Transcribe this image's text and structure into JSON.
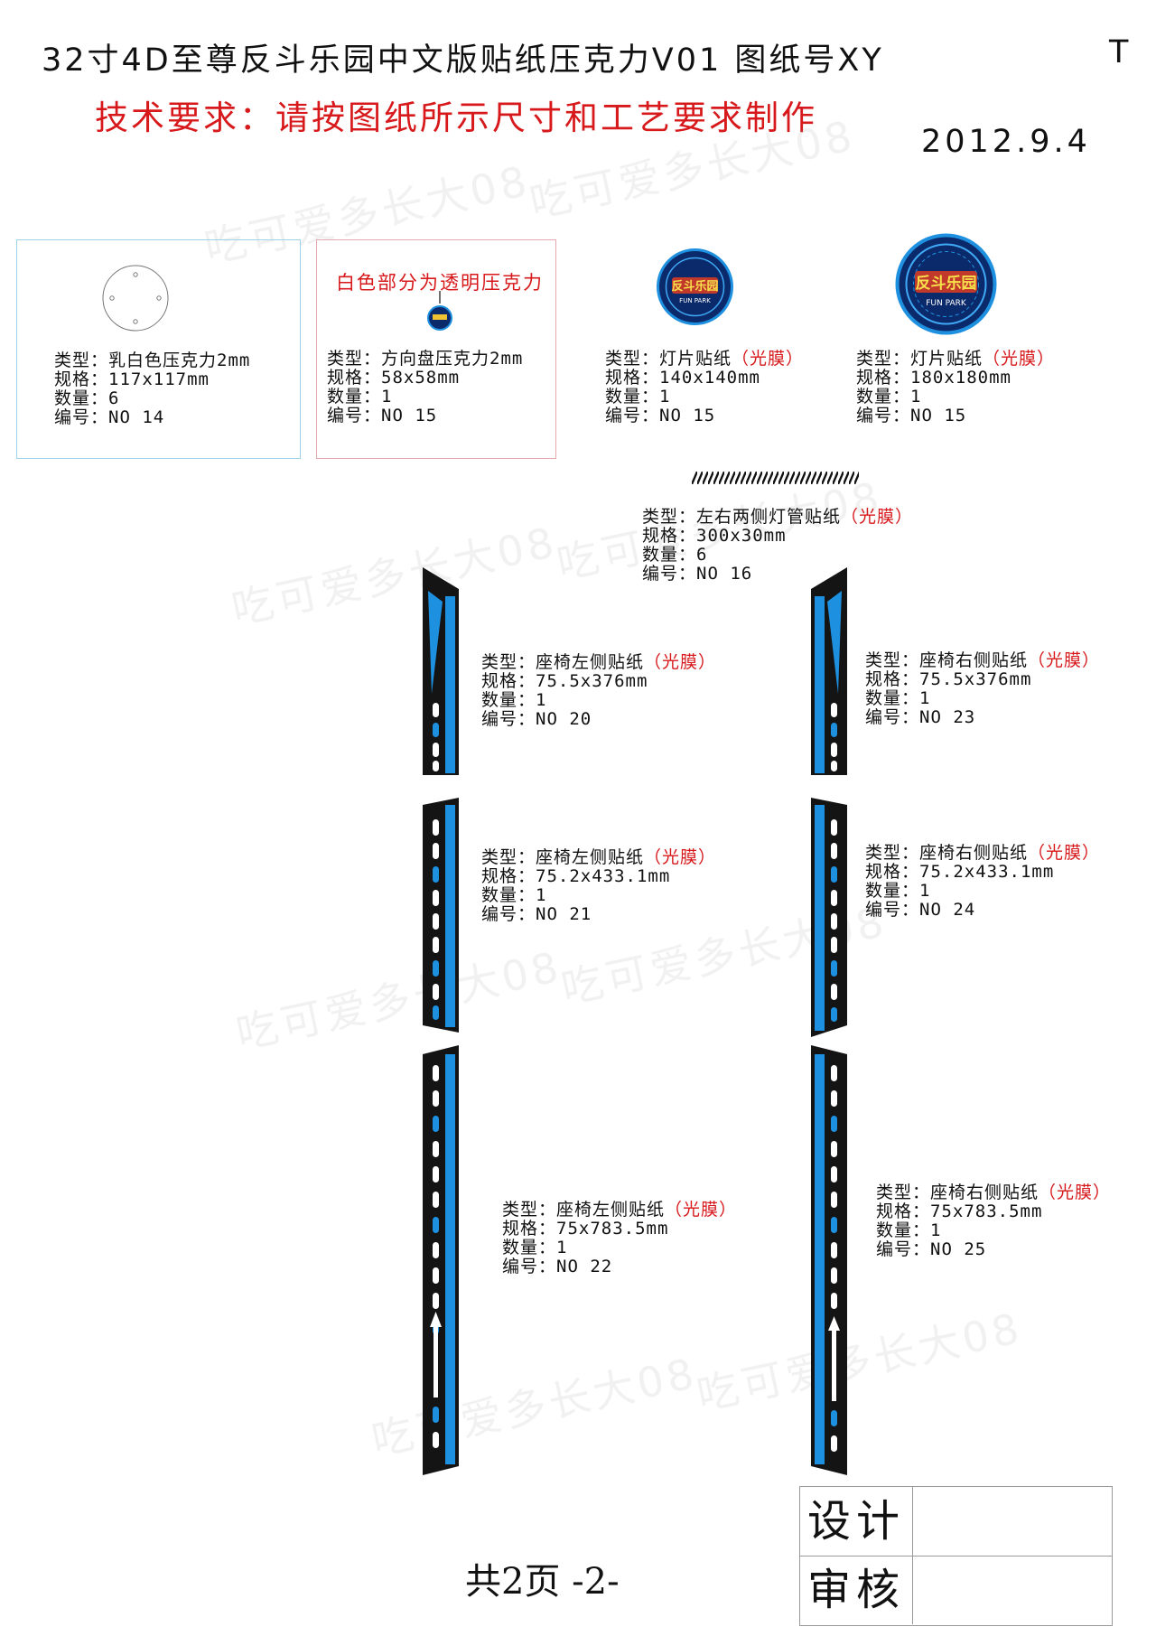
{
  "header": {
    "title": "32寸4D至尊反斗乐园中文版贴纸压克力V01 图纸号XY",
    "code": "T",
    "requirement": "技术要求：请按图纸所示尺寸和工艺要求制作",
    "date": "2012.9.4"
  },
  "watermark": "吃可爱多长大08",
  "logo_text": "反斗乐园",
  "logo_sub": "FUN PARK",
  "note_transparent": "白色部分为透明压克力",
  "film_label": "（光膜）",
  "items": [
    {
      "type_label": "类型：",
      "type": "乳白色压克力2mm",
      "spec": "规格：117x117mm",
      "qty": "数量：6",
      "no": "编号：NO 14"
    },
    {
      "type_label": "类型：",
      "type": "方向盘压克力2mm",
      "spec": "规格：58x58mm",
      "qty": "数量：1",
      "no": "编号：NO 15"
    },
    {
      "type_label": "类型：",
      "type": "灯片贴纸",
      "spec": "规格：140x140mm",
      "qty": "数量：1",
      "no": "编号：NO 15"
    },
    {
      "type_label": "类型：",
      "type": "灯片贴纸",
      "spec": "规格：180x180mm",
      "qty": "数量：1",
      "no": "编号：NO 15"
    },
    {
      "type_label": "类型：",
      "type": "左右两侧灯管贴纸",
      "spec": "规格：300x30mm",
      "qty": "数量：6",
      "no": "编号：NO 16"
    },
    {
      "type_label": "类型：",
      "type": "座椅左侧贴纸",
      "spec": "规格：75.5x376mm",
      "qty": "数量：1",
      "no": "编号：NO 20"
    },
    {
      "type_label": "类型：",
      "type": "座椅右侧贴纸",
      "spec": "规格：75.5x376mm",
      "qty": "数量：1",
      "no": "编号：NO 23"
    },
    {
      "type_label": "类型：",
      "type": "座椅左侧贴纸",
      "spec": "规格：75.2x433.1mm",
      "qty": "数量：1",
      "no": "编号：NO 21"
    },
    {
      "type_label": "类型：",
      "type": "座椅右侧贴纸",
      "spec": "规格：75.2x433.1mm",
      "qty": "数量：1",
      "no": "编号：NO 24"
    },
    {
      "type_label": "类型：",
      "type": "座椅左侧贴纸",
      "spec": "规格：75x783.5mm",
      "qty": "数量：1",
      "no": "编号：NO 22"
    },
    {
      "type_label": "类型：",
      "type": "座椅右侧贴纸",
      "spec": "规格：75x783.5mm",
      "qty": "数量：1",
      "no": "编号：NO 25"
    }
  ],
  "footer": {
    "pages": "共2页  -2-",
    "design_label": "设计",
    "review_label": "审核"
  },
  "colors": {
    "accent_red": "#d7191c",
    "strip_blue": "#1e90e0",
    "strip_black": "#141414",
    "logo_dark": "#0b2a6b"
  }
}
